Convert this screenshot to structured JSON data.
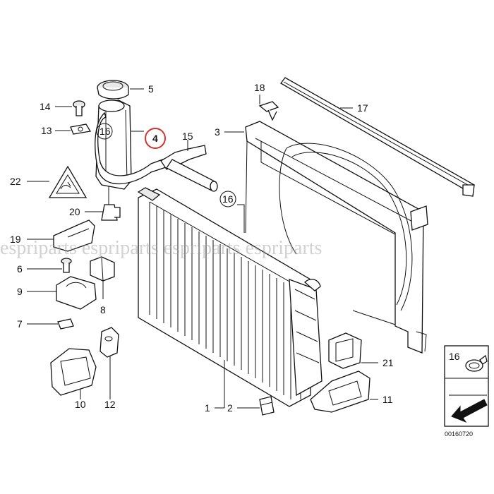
{
  "diagram": {
    "callouts": [
      "1",
      "2",
      "3",
      "4",
      "5",
      "6",
      "7",
      "8",
      "9",
      "10",
      "11",
      "12",
      "13",
      "14",
      "15",
      "16",
      "16",
      "17",
      "18",
      "19",
      "20",
      "21",
      "22",
      "16"
    ],
    "highlight_callout": "4",
    "highlight_color": "#d0342c",
    "watermark": "espriparts  espriparts  espriparts  espriparts",
    "diagram_code": "00160720"
  }
}
